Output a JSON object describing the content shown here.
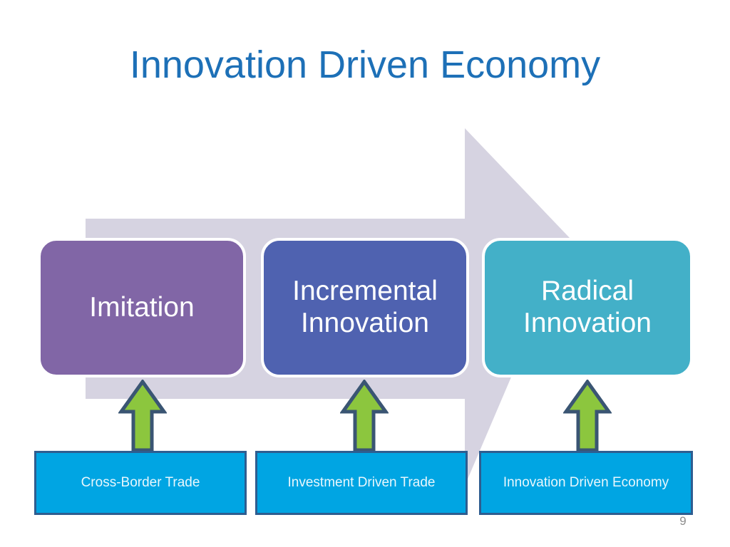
{
  "slide": {
    "title": "Innovation Driven Economy",
    "page_number": "9",
    "title_color": "#1D70B7",
    "background_color": "#FFFFFF"
  },
  "background_arrow": {
    "name": "right-block-arrow",
    "fill": "#D6D3E1"
  },
  "stages": [
    {
      "label": "Imitation",
      "color": "#8166A6",
      "border_color": "#FFFFFF",
      "text_color": "#FFFFFF"
    },
    {
      "label": "Incremental Innovation",
      "color": "#4F62B0",
      "border_color": "#FFFFFF",
      "text_color": "#FFFFFF"
    },
    {
      "label": "Radical Innovation",
      "color": "#43B0C8",
      "border_color": "#FFFFFF",
      "text_color": "#FFFFFF"
    }
  ],
  "connectors": [
    {
      "name": "up-arrow-1",
      "fill": "#8CC63E",
      "stroke": "#3A5573"
    },
    {
      "name": "up-arrow-2",
      "fill": "#8CC63E",
      "stroke": "#3A5573"
    },
    {
      "name": "up-arrow-3",
      "fill": "#8CC63E",
      "stroke": "#3A5573"
    }
  ],
  "sources": [
    {
      "label": "Cross-Border Trade",
      "color": "#00A5E3",
      "border_color": "#2E5D90",
      "text_color": "#E9F7FD"
    },
    {
      "label": "Investment Driven Trade",
      "color": "#00A5E3",
      "border_color": "#2E5D90",
      "text_color": "#E9F7FD"
    },
    {
      "label": "Innovation Driven Economy",
      "color": "#00A5E3",
      "border_color": "#2E5D90",
      "text_color": "#E9F7FD"
    }
  ]
}
